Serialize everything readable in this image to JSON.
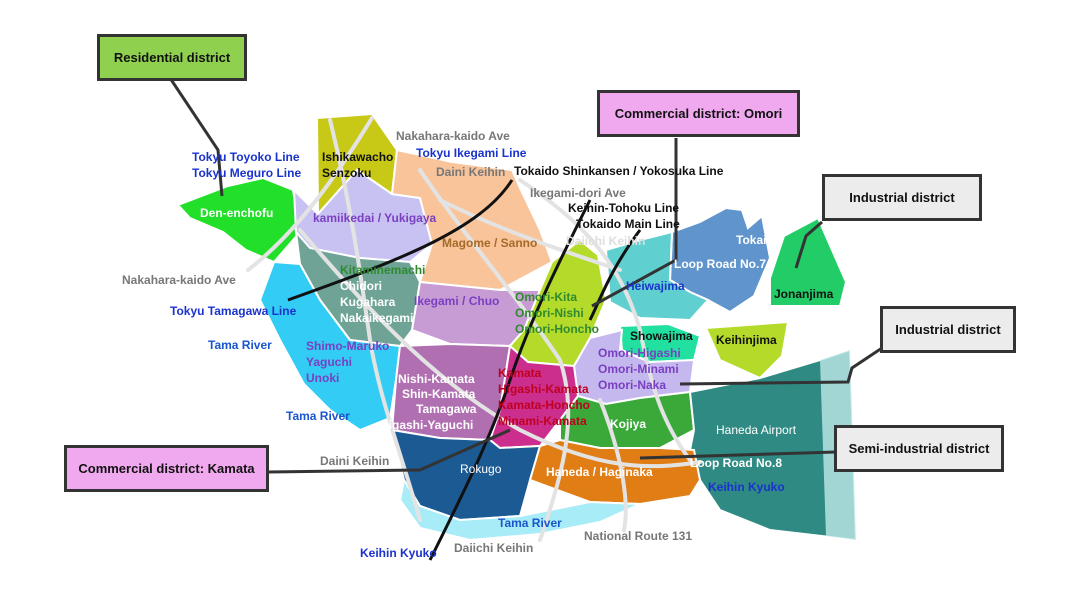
{
  "callouts": {
    "residential": "Residential district",
    "omori": "Commercial district: Omori",
    "industrial_top": "Industrial district",
    "industrial_mid": "Industrial district",
    "kamata": "Commercial district: Kamata",
    "semi": "Semi-industrial district"
  },
  "districts": {
    "den_enchofu": "Den-enchofu",
    "ishikawacho": "Ishikawacho",
    "senzoku": "Senzoku",
    "kamiikedai": "kamiikedai / Yukigaya",
    "magome": "Magome / Sanno",
    "kitamine": "Kitaminemachi",
    "chidori": "Chidori",
    "kugahara": "Kugahara",
    "nakaikegami": "Nakaikegami",
    "ikegami_chuo": "Ikegami / Chuo",
    "omori_kita": "Omori-Kita",
    "omori_nishi": "Omori-Nishi",
    "omori_honcho": "Omori-Honcho",
    "tokai": "Tokai",
    "heiwajima": "Heiwajima",
    "jonanjima": "Jonanjima",
    "showajima": "Showajima",
    "keihinjima": "Keihinjima",
    "omori_higashi": "Omori-Higashi",
    "omori_minami": "Omori-Minami",
    "omori_naka": "Omori-Naka",
    "shimo_maruko": "Shimo-Maruko",
    "yaguchi": "Yaguchi",
    "unoki": "Unoki",
    "nishi_kamata": "Nishi-Kamata",
    "shin_kamata": "Shin-Kamata",
    "tamagawa": "Tamagawa",
    "higashi_yaguchi": "Higashi-Yaguchi",
    "kamata": "Kamata",
    "higashi_kamata": "Higashi-Kamata",
    "kamata_honcho": "Kamata-Honcho",
    "minami_kamata": "Minami-Kamata",
    "kojiya": "Kojiya",
    "haneda_airport": "Haneda Airport",
    "rokugo": "Rokugo",
    "haneda_haginaka": "Haneda / Haginaka"
  },
  "roads": {
    "nakahara_kaido_top": "Nakahara-kaido Ave",
    "daini_keihin_top": "Daini Keihin",
    "ikegami_dori": "Ikegami-dori Ave",
    "daiichi_keihin_mid": "Daiichi Keihin",
    "loop7": "Loop Road No.7",
    "nakahara_kaido_left": "Nakahara-kaido Ave",
    "daini_keihin_bottom": "Daini Keihin",
    "loop8": "Loop Road No.8",
    "route131": "National Route 131",
    "daiichi_keihin_bottom": "Daiichi Keihin"
  },
  "rail": {
    "toyoko": "Tokyu Toyoko Line",
    "meguro": "Tokyu Meguro Line",
    "ikegami_line": "Tokyu Ikegami Line",
    "tokaido_shinkansen": "Tokaido Shinkansen / Yokosuka Line",
    "keihin_tohoku": "Keihin-Tohoku Line",
    "tokaido_main": "Tokaido Main Line",
    "tamagawa_line": "Tokyu Tamagawa Line",
    "keihin_kyuko_right": "Keihin Kyuko",
    "keihin_kyuko_bottom": "Keihin Kyuko"
  },
  "rivers": {
    "tama_upper": "Tama River",
    "tama_mid": "Tama River",
    "tama_bottom": "Tama River"
  },
  "colors": {
    "residential_green": "#22e02a",
    "olive": "#c8c817",
    "lavender": "#c8c2f2",
    "peach": "#f9c49a",
    "teal_gray": "#6ea396",
    "purple_light": "#c79bd3",
    "lime": "#b4db2a",
    "steel_blue": "#5f94cc",
    "sea_green": "#22cc66",
    "aqua": "#5fcfcf",
    "cyan_river": "#33ccf5",
    "mauve": "#b06fb0",
    "magenta": "#cc2e8e",
    "green": "#3aa93a",
    "airport_teal": "#2e8a83",
    "navy": "#1c5a93",
    "orange": "#e07d14",
    "label_blue": "#1a33cc",
    "label_green": "#2f8a2f",
    "label_purple": "#7b3fc2",
    "label_pink": "#a3447f",
    "label_red": "#c00020",
    "label_gray": "#777777"
  }
}
